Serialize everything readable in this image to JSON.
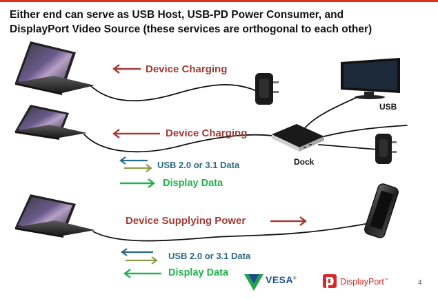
{
  "slide": {
    "title_line1": "Either end can serve as USB Host, USB-PD Power Consumer, and",
    "title_line2": "DisplayPort Video Source (these services are orthogonal to each other)",
    "page_number": "4"
  },
  "row1": {
    "charging_label": "Device Charging"
  },
  "row2": {
    "charging_label": "Device Charging",
    "usb_label": "USB 2.0 or 3.1 Data",
    "display_label": "Display Data",
    "dock_label": "Dock",
    "usb_port_label": "USB"
  },
  "row3": {
    "power_label": "Device Supplying Power",
    "usb_label": "USB 2.0 or 3.1 Data",
    "display_label": "Display Data"
  },
  "logos": {
    "vesa": "VESA",
    "displayport": "DisplayPort"
  },
  "colors": {
    "title_accent": "#d9301f",
    "charging_red": "#a23b36",
    "usb_teal": "#2a6a84",
    "usb_olive": "#8e9b4a",
    "display_green": "#22b24c"
  }
}
